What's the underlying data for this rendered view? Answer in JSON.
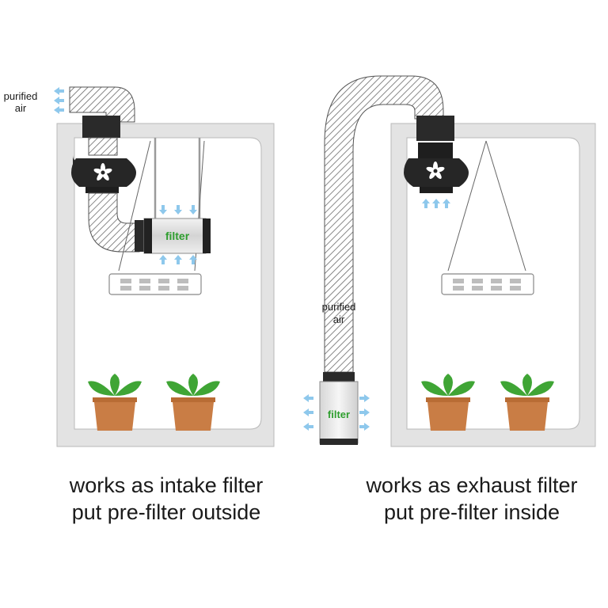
{
  "left_setup": {
    "air_label_line1": "purified",
    "air_label_line2": "air",
    "filter_label": "filter",
    "caption_line1": "works as intake filter",
    "caption_line2": "put pre-filter outside"
  },
  "right_setup": {
    "air_label_line1": "purified",
    "air_label_line2": "air",
    "filter_label": "filter",
    "caption_line1": "works as exhaust filter",
    "caption_line2": "put pre-filter inside"
  },
  "colors": {
    "tent_frame": "#e3e3e3",
    "tent_inner": "#ffffff",
    "air_arrow": "#8ec8ec",
    "filter_text": "#2e9e2e",
    "pot": "#c97d45",
    "leaf": "#3fa535",
    "fan": "#262626"
  },
  "icons": {
    "fan": "fan-icon",
    "plant": "potted-plant-icon",
    "light": "grow-light-icon",
    "arrow": "air-flow-arrow-icon"
  }
}
